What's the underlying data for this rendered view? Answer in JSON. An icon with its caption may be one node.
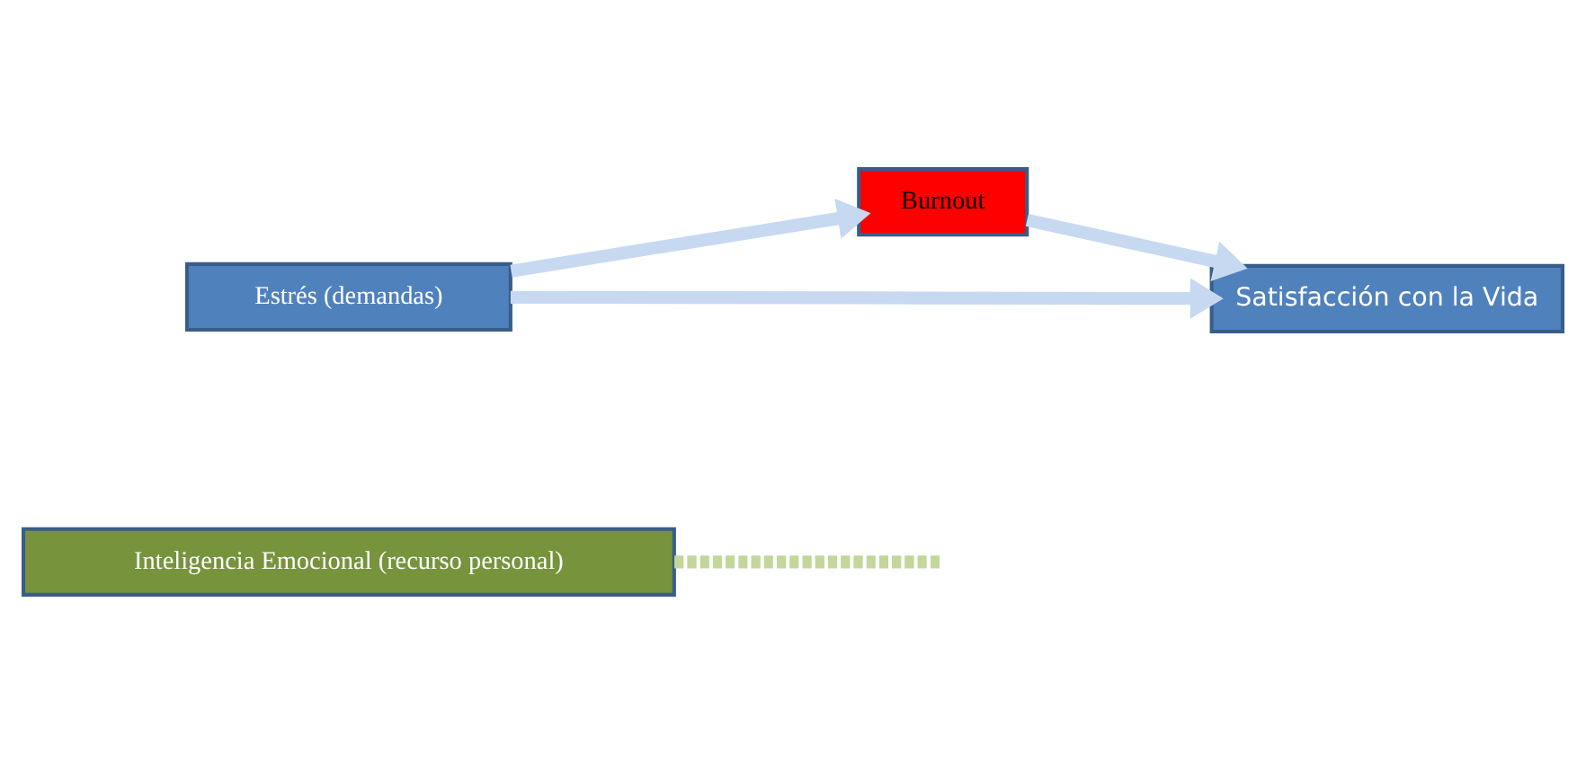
{
  "diagram": {
    "nodes": [
      {
        "text": [
          "Inteligencia Emocional (recurso personal)"
        ]
      },
      {
        "text": [
          "Burnout"
        ]
      },
      {
        "text": [
          "Estrés (demandas)"
        ]
      },
      {
        "text": [
          "Satisfacción con la Vida"
        ]
      }
    ],
    "edges": [
      {
        "from": 2,
        "to": 1,
        "arrow": "to"
      },
      {
        "from": 1,
        "to": 3,
        "arrow": "to"
      },
      {
        "from": 2,
        "to": 3,
        "arrow": "to"
      },
      {
        "from": 0,
        "to": null,
        "arrow": "none",
        "style": "dashed",
        "color": "#c3d69b"
      }
    ]
  }
}
